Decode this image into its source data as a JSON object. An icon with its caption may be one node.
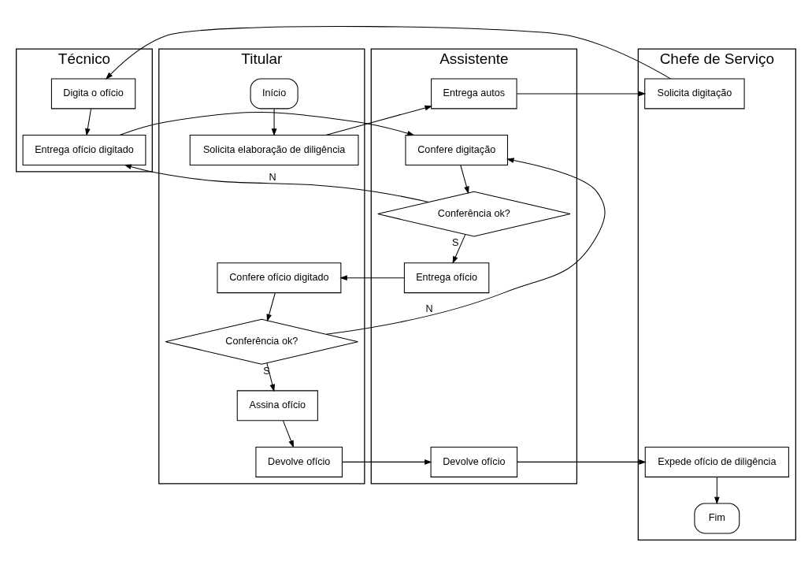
{
  "diagram": {
    "nodes": [
      {
        "text": [
          "Titular"
        ]
      },
      {
        "text": [
          "Assistente"
        ]
      },
      {
        "text": [
          "Chefe de Serviço"
        ]
      },
      {
        "text": [
          "Técnico"
        ]
      },
      {
        "text": [
          "Início"
        ],
        "in": 0
      },
      {
        "text": [
          "Solicita elaboração de diligência"
        ],
        "in": 0
      },
      {
        "text": [
          "Entrega autos"
        ],
        "in": 1
      },
      {
        "text": [
          "Solicita digitação"
        ],
        "in": 2
      },
      {
        "text": [
          "Digita o ofício"
        ],
        "in": 3
      },
      {
        "text": [
          "Entrega ofício digitado"
        ],
        "in": 3
      },
      {
        "text": [
          "Confere digitação"
        ],
        "in": 1
      },
      {
        "text": [
          "Conferência ok?"
        ],
        "in": 1
      },
      {
        "text": [
          "Entrega ofício"
        ],
        "in": 1
      },
      {
        "text": [
          "Confere ofício digitado"
        ],
        "in": 0
      },
      {
        "text": [
          "Conferência ok?"
        ],
        "in": 0
      },
      {
        "text": [
          "Assina ofício"
        ],
        "in": 0
      },
      {
        "text": [
          "Devolve ofício"
        ],
        "in": 0
      },
      {
        "text": [
          "Devolve ofício"
        ],
        "in": 1
      },
      {
        "text": [
          "Expede ofício de diligência"
        ],
        "in": 2
      },
      {
        "text": [
          "Fim"
        ],
        "in": 2
      }
    ],
    "edges": [
      {
        "from": 4,
        "to": 5,
        "arrow": "to"
      },
      {
        "from": 5,
        "to": 6,
        "arrow": "to"
      },
      {
        "from": 6,
        "to": 7,
        "arrow": "to"
      },
      {
        "from": 7,
        "to": 8,
        "arrow": "to"
      },
      {
        "from": 8,
        "to": 9,
        "arrow": "to"
      },
      {
        "from": 9,
        "to": 10,
        "arrow": "to"
      },
      {
        "from": 10,
        "to": 11,
        "arrow": "to"
      },
      {
        "from": 11,
        "to": 9,
        "label": "N",
        "arrow": "to"
      },
      {
        "from": 11,
        "to": 12,
        "label": "S",
        "arrow": "to"
      },
      {
        "from": 12,
        "to": 13,
        "arrow": "to"
      },
      {
        "from": 13,
        "to": 14,
        "arrow": "to"
      },
      {
        "from": 14,
        "to": 10,
        "label": "N",
        "arrow": "to"
      },
      {
        "from": 14,
        "to": 15,
        "label": "S",
        "arrow": "to"
      },
      {
        "from": 15,
        "to": 16,
        "arrow": "to"
      },
      {
        "from": 16,
        "to": 17,
        "arrow": "to"
      },
      {
        "from": 17,
        "to": 18,
        "arrow": "to"
      },
      {
        "from": 18,
        "to": 19,
        "arrow": "to"
      }
    ]
  }
}
